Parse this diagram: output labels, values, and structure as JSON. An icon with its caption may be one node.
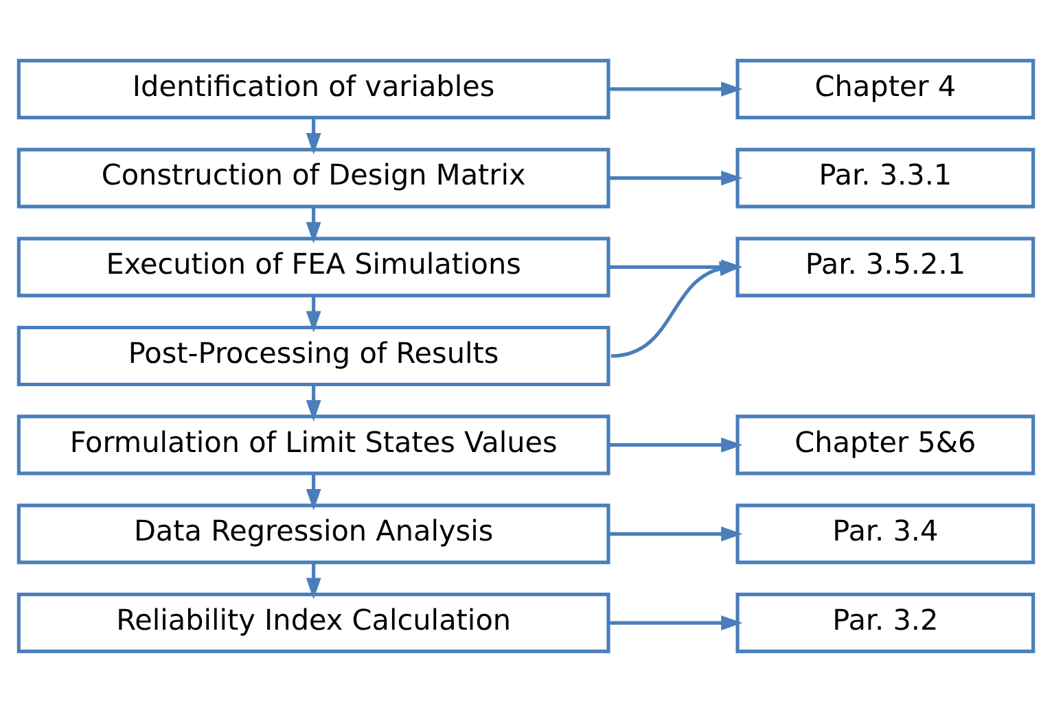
{
  "diagram": {
    "nodes": [
      {
        "text": [
          "Identification of variables"
        ]
      },
      {
        "text": [
          "Chapter 4"
        ]
      },
      {
        "text": [
          "Construction of Design Matrix"
        ]
      },
      {
        "text": [
          "Par. 3.3.1"
        ]
      },
      {
        "text": [
          "Execution of FEA Simulations"
        ]
      },
      {
        "text": [
          "Par. 3.5.2.1"
        ]
      },
      {
        "text": [
          "Post-Processing of Results"
        ]
      },
      {
        "text": [
          "Formulation of Limit States Values"
        ]
      },
      {
        "text": [
          "Chapter 5&6"
        ]
      },
      {
        "text": [
          "Data Regression Analysis"
        ]
      },
      {
        "text": [
          "Par. 3.4"
        ]
      },
      {
        "text": [
          "Reliability Index Calculation"
        ]
      },
      {
        "text": [
          "Par. 3.2"
        ]
      }
    ],
    "edges": [
      {
        "from": 0,
        "to": 1,
        "arrow": "to"
      },
      {
        "from": 0,
        "to": 2,
        "arrow": "to"
      },
      {
        "from": 2,
        "to": 3,
        "arrow": "to"
      },
      {
        "from": 2,
        "to": 4,
        "arrow": "to"
      },
      {
        "from": 4,
        "to": 5,
        "arrow": "to"
      },
      {
        "from": 4,
        "to": 6,
        "arrow": "to"
      },
      {
        "from": 6,
        "to": 5,
        "arrow": "to"
      },
      {
        "from": 6,
        "to": 7,
        "arrow": "to"
      },
      {
        "from": 7,
        "to": 8,
        "arrow": "to"
      },
      {
        "from": 7,
        "to": 9,
        "arrow": "to"
      },
      {
        "from": 9,
        "to": 10,
        "arrow": "to"
      },
      {
        "from": 9,
        "to": 11,
        "arrow": "to"
      },
      {
        "from": 11,
        "to": 12,
        "arrow": "to"
      }
    ]
  }
}
